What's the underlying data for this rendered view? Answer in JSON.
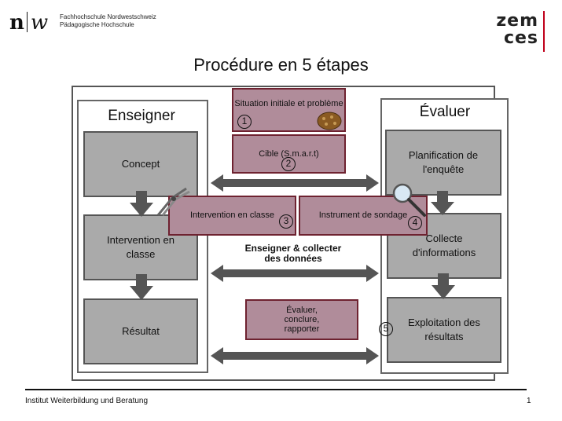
{
  "header": {
    "logo_left": "n",
    "logo_right": "w",
    "org_line1": "Fachhochschule Nordwestschweiz",
    "org_line2": "Pädagogische Hochschule",
    "logo_zem_line1": "zem",
    "logo_zem_line2": "ces"
  },
  "title": "Procédure en 5 étapes",
  "left_column": {
    "title": "Enseigner",
    "boxes": [
      "Concept",
      "Intervention en classe",
      "Résultat"
    ]
  },
  "right_column": {
    "title": "Évaluer",
    "boxes": [
      "Planification de l'enquête",
      "Collecte d'informations",
      "Exploitation des résultats"
    ]
  },
  "center": {
    "step1": "Situation initiale et problème",
    "step2": "Cible (S.m.a.r.t)",
    "step3": "Intervention en classe",
    "step4": "Instrument de sondage",
    "step5": "Évaluer, conclure, rapporter",
    "middle_label": "Enseigner & collecter des données"
  },
  "numbers": [
    "1",
    "2",
    "3",
    "4",
    "5"
  ],
  "footer": {
    "institute": "Institut Weiterbildung und Beratung",
    "page": "1"
  },
  "colors": {
    "purple_box": "#b08c9a",
    "purple_border": "#6e2230",
    "gray_box": "#aaaaaa",
    "arrow": "#555555",
    "accent_red": "#c0001a"
  },
  "icons": [
    "potato-icon",
    "pliers-icon",
    "magnifier-icon"
  ]
}
